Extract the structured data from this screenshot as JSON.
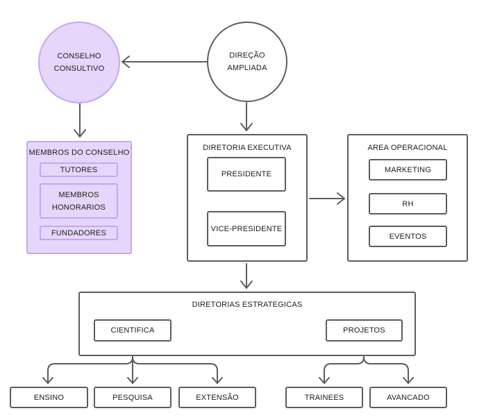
{
  "nodes": {
    "conselho_consultivo": "CONSELHO\nCONSULTIVO",
    "direcao_ampliada": "DIREÇÃO\nAMPLIADA",
    "membros_do_conselho": {
      "title": "MEMBROS DO CONSELHO",
      "items": [
        "TUTORES",
        "MEMBROS\nHONORARIOS",
        "FUNDADORES"
      ]
    },
    "diretoria_executiva": {
      "title": "DIRETORIA EXECUTIVA",
      "items": [
        "PRESIDENTE",
        "VICE-PRESIDENTE"
      ]
    },
    "area_operacional": {
      "title": "AREA OPERACIONAL",
      "items": [
        "MARKETING",
        "RH",
        "EVENTOS"
      ]
    },
    "diretorias_estrategicas": {
      "title": "DIRETORIAS ESTRATEGICAS",
      "items": [
        "CIENTIFICA",
        "PROJETOS"
      ]
    },
    "cientifica_children": [
      "ENSINO",
      "PESQUISA",
      "EXTENSÃO"
    ],
    "projetos_children": [
      "TRAINEES",
      "AVANCADO"
    ]
  },
  "colors": {
    "stroke": "#5c5c5c",
    "purple_fill": "#e7d6fb",
    "purple_stroke": "#c5a6f2"
  }
}
